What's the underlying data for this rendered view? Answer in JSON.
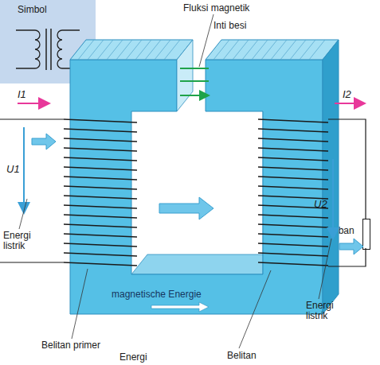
{
  "diagram": {
    "nodes": [
      {
        "text": [
          "Simbol"
        ]
      },
      {
        "text": [
          "Beban"
        ]
      }
    ],
    "labels": [
      "Fluksi magnetik",
      "Inti besi",
      "I1",
      "U1",
      "Energi listrik",
      "I2",
      "U2",
      "Energi listrik",
      "magnetische Energie",
      "Belitan primer",
      "Energi",
      "Belitan"
    ]
  }
}
